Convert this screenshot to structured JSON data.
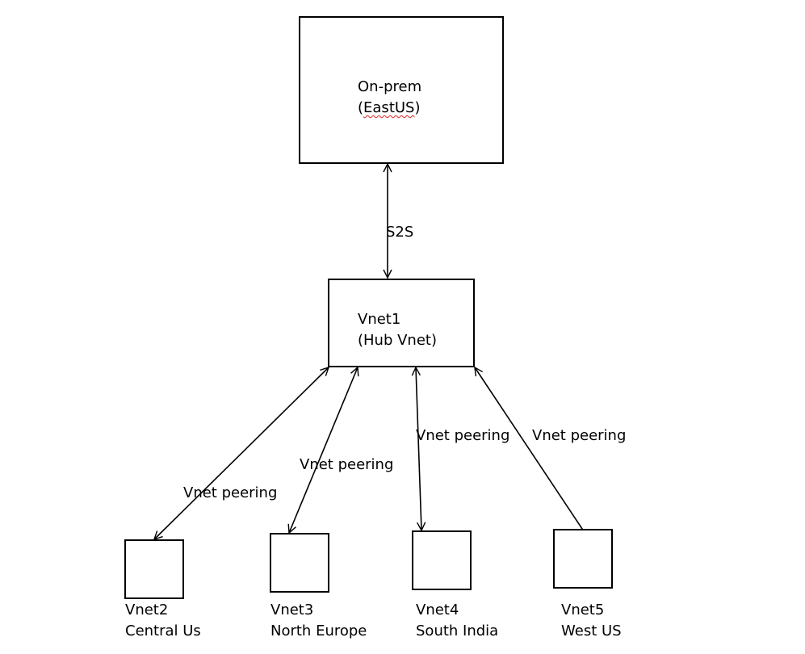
{
  "nodes": {
    "onprem": {
      "line1": "On-prem",
      "line2": "(EastUS)"
    },
    "hub": {
      "line1": "Vnet1",
      "line2": "(Hub Vnet)"
    },
    "vnet2": {
      "line1": "Vnet2",
      "line2": "Central Us"
    },
    "vnet3": {
      "line1": "Vnet3",
      "line2": "North Europe"
    },
    "vnet4": {
      "line1": "Vnet4",
      "line2": "South India"
    },
    "vnet5": {
      "line1": "Vnet5",
      "line2": "West US"
    }
  },
  "edges": {
    "s2s": "S2S",
    "peer2": "Vnet peering",
    "peer3": "Vnet peering",
    "peer4": "Vnet peering",
    "peer5": "Vnet peering"
  },
  "colors": {
    "line": "#000000",
    "spellcheck": "#e02020"
  }
}
